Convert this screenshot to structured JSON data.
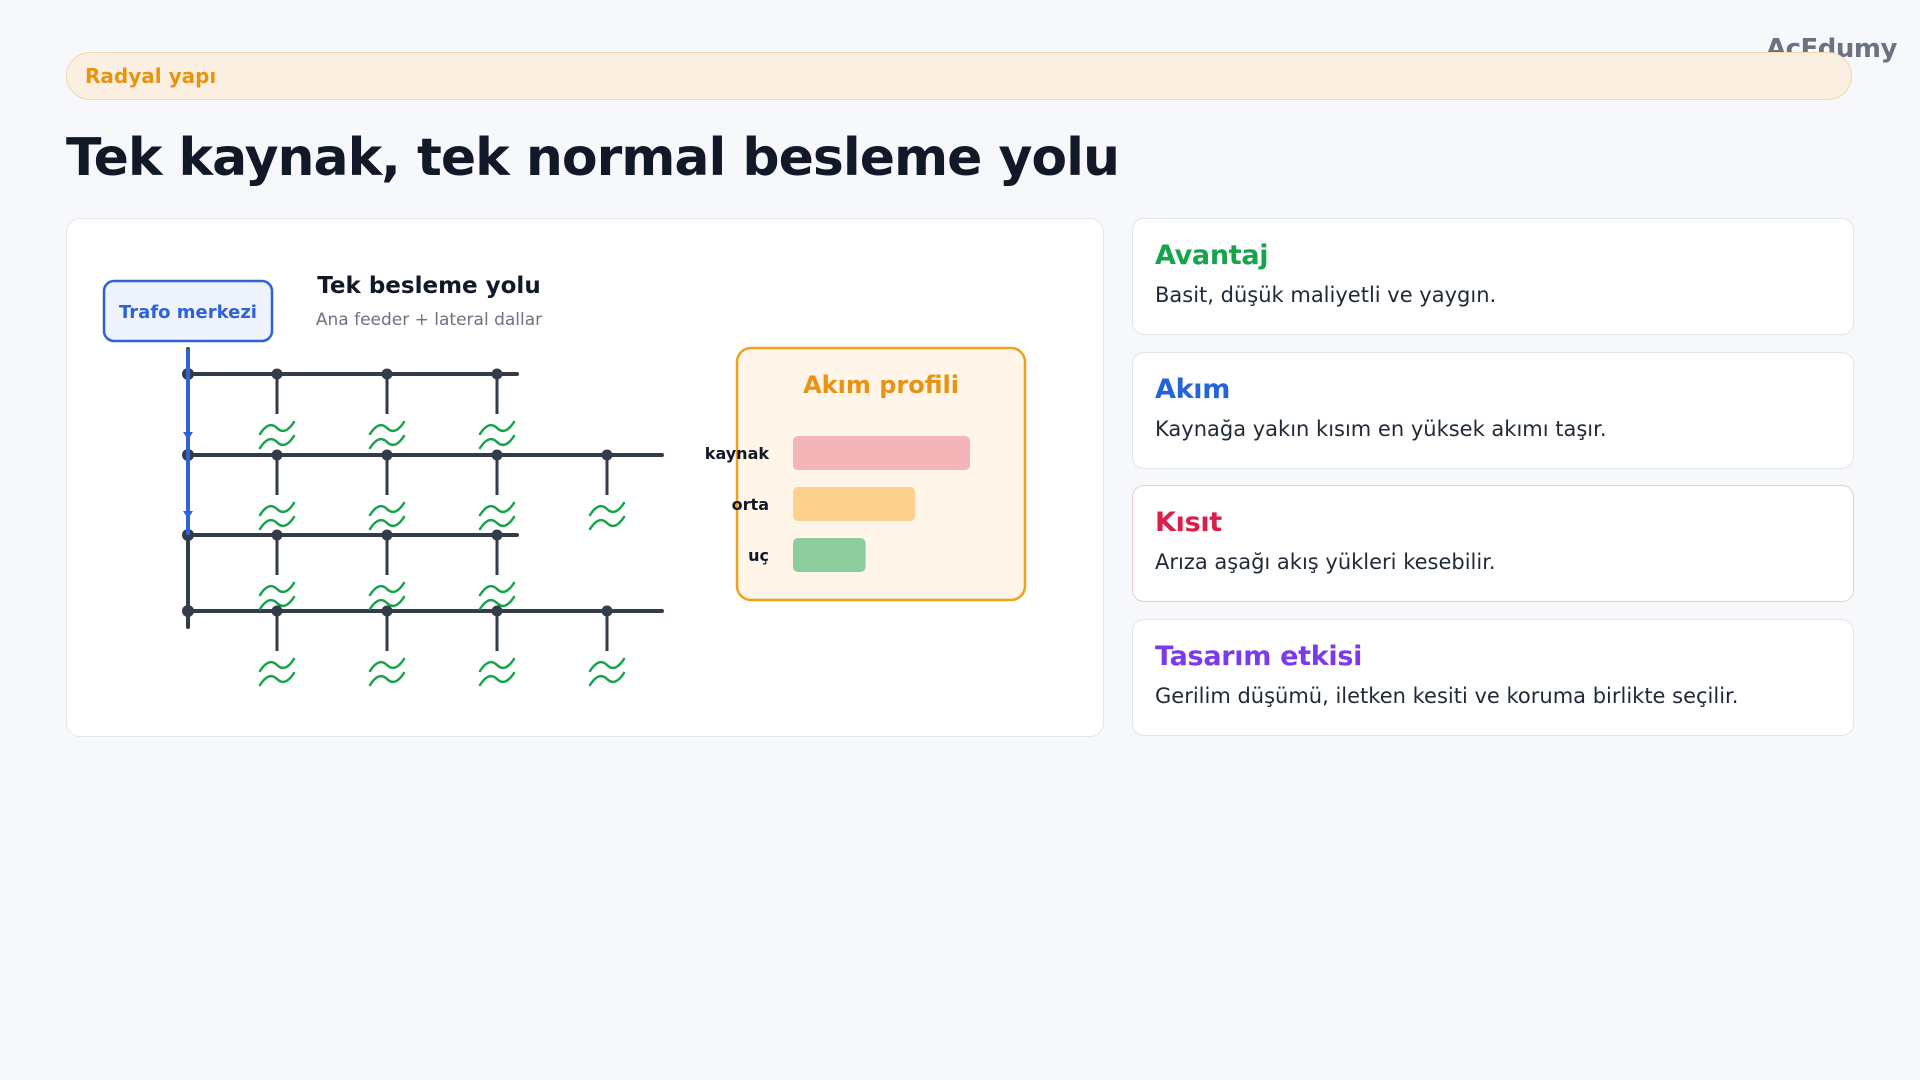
{
  "brand": "AcEdumy",
  "section_tag": "Radyal yapı",
  "page_title": "Tek kaynak, tek normal besleme yolu",
  "diagram": {
    "source_label": "Trafo merkezi",
    "heading": "Tek besleme yolu",
    "subheading": "Ana feeder + lateral dallar",
    "colors": {
      "feeder_line": "#333d4a",
      "main_path": "#2f62d8",
      "load": "#16a34a",
      "source_box": "#2f62d8"
    },
    "profile": {
      "title": "Akım profili",
      "bars": [
        {
          "label": "kaynak",
          "level": 1.0,
          "color": "#f3b5b8"
        },
        {
          "label": "orta",
          "level": 0.69,
          "color": "#fdd28e"
        },
        {
          "label": "uç",
          "level": 0.41,
          "color": "#8dcc9b"
        }
      ]
    }
  },
  "cards": [
    {
      "title": "Avantaj",
      "text": "Basit, düşük maliyetli ve yaygın.",
      "color": "#16a34a"
    },
    {
      "title": "Akım",
      "text": "Kaynağa yakın kısım en yüksek akımı taşır.",
      "color": "#2463d8"
    },
    {
      "title": "Kısıt",
      "text": "Arıza aşağı akış yükleri kesebilir.",
      "color": "#dc1f4a"
    },
    {
      "title": "Tasarım etkisi",
      "text": "Gerilim düşümü, iletken kesiti ve koruma birlikte seçilir.",
      "color": "#7c3aed"
    }
  ]
}
